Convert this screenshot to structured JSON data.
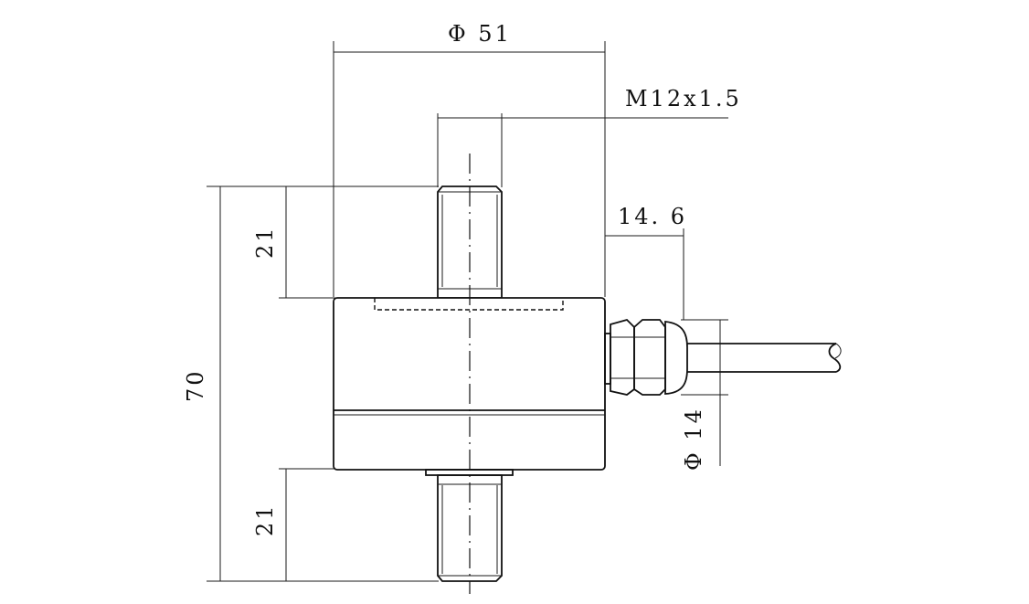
{
  "dimensions": {
    "outer_diameter": "Φ 51",
    "thread": "M12x1.5",
    "gland_offset": "14. 6",
    "total_height": "70",
    "top_stud_length": "21",
    "bottom_stud_length": "21",
    "cable_diameter": "Φ 14"
  }
}
